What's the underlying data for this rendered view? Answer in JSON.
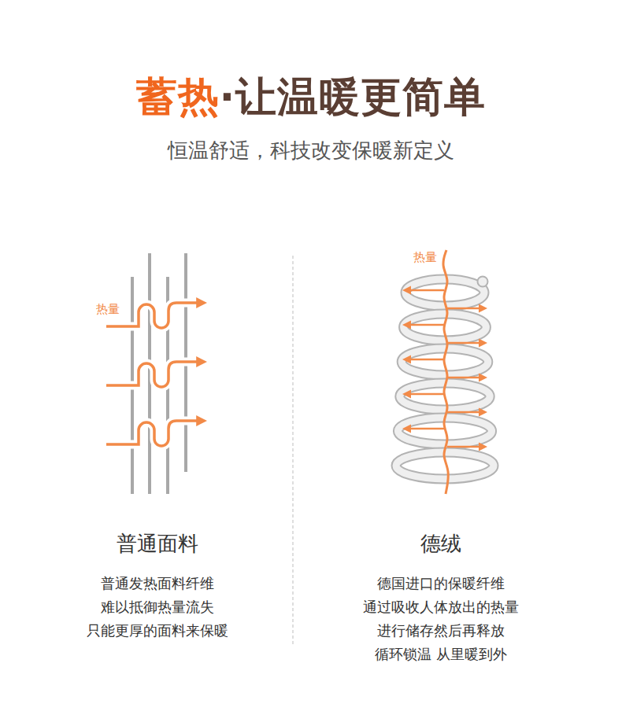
{
  "diagram": {
    "title": "蓄热·让温暖更简单",
    "caption": "恒温舒适，科技改变保暖新定义",
    "labels": [
      "热量",
      "热量",
      "普通面料",
      "普通发热面料纤维",
      "难以抵御热量流失",
      "只能更厚的面料来保暖",
      "德绒",
      "德国进口的保暖纤维",
      "通过吸收人体放出的热量",
      "进行储存然后再释放",
      "循环锁温 从里暖到外"
    ]
  }
}
